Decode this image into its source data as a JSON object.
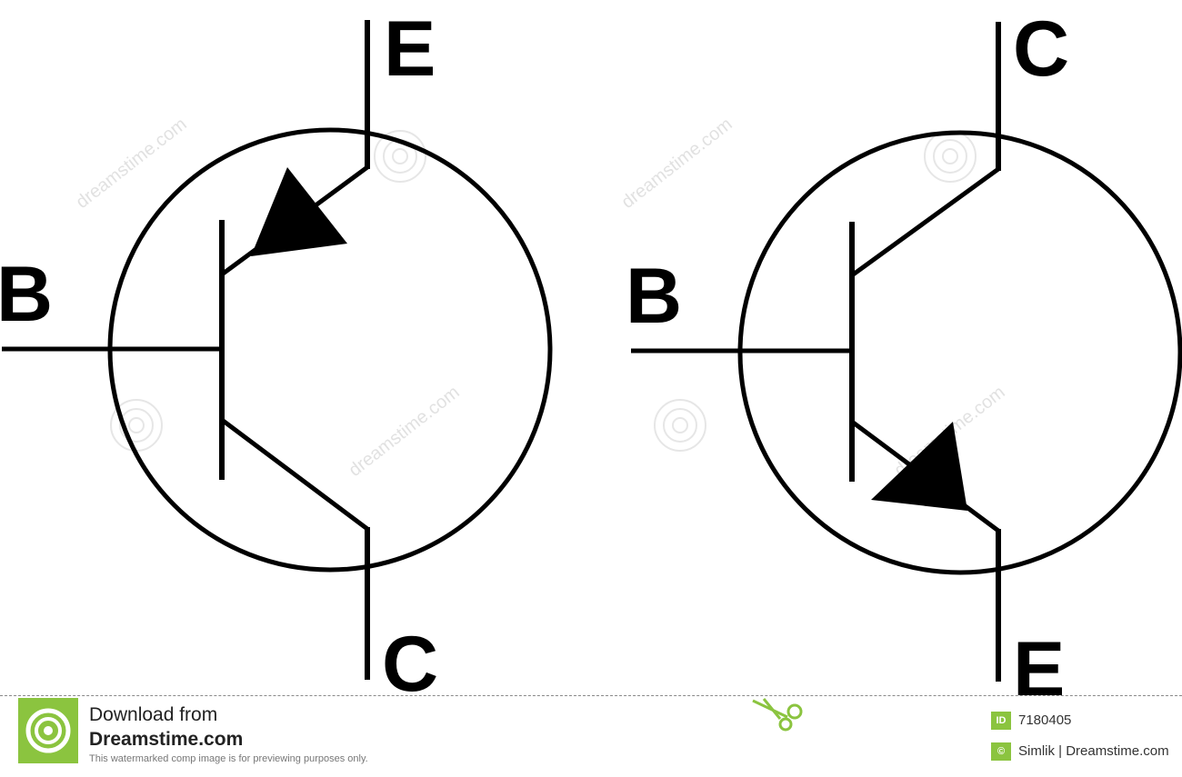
{
  "diagram": {
    "pnp": {
      "emitter_label": "E",
      "base_label": "B",
      "collector_label": "C"
    },
    "npn": {
      "collector_label": "C",
      "base_label": "B",
      "emitter_label": "E"
    }
  },
  "watermark": {
    "text": "dreamstime.com"
  },
  "footer": {
    "download_line": "Download from",
    "site_name": "Dreamstime.com",
    "notice": "This watermarked comp image is for previewing purposes only.",
    "id_badge": "ID",
    "image_id": "7180405",
    "copyright_badge": "©",
    "credit": "Simlik | Dreamstime.com"
  },
  "colors": {
    "line": "#000000",
    "accent_green": "#8bc43f"
  }
}
